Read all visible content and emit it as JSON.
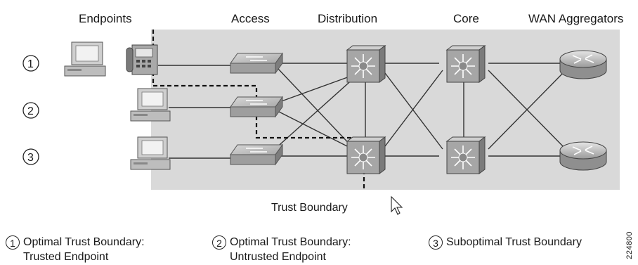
{
  "headers": {
    "endpoints": "Endpoints",
    "access": "Access",
    "distribution": "Distribution",
    "core": "Core",
    "wan": "WAN Aggregators"
  },
  "rows": [
    {
      "number": "1"
    },
    {
      "number": "2"
    },
    {
      "number": "3"
    }
  ],
  "trust_boundary_label": "Trust Boundary",
  "legend": [
    {
      "number": "1",
      "line1": "Optimal Trust Boundary:",
      "line2": "Trusted Endpoint"
    },
    {
      "number": "2",
      "line1": "Optimal Trust Boundary:",
      "line2": "Untrusted Endpoint"
    },
    {
      "number": "3",
      "line1": "Suboptimal Trust Boundary",
      "line2": ""
    }
  ],
  "figure_id": "224800",
  "colors": {
    "shaded_region": "#d9d9d9",
    "switch_top": "#cfcfcf",
    "switch_side": "#8c8c8c",
    "router": "#bdbdbd",
    "line": "#333333"
  }
}
